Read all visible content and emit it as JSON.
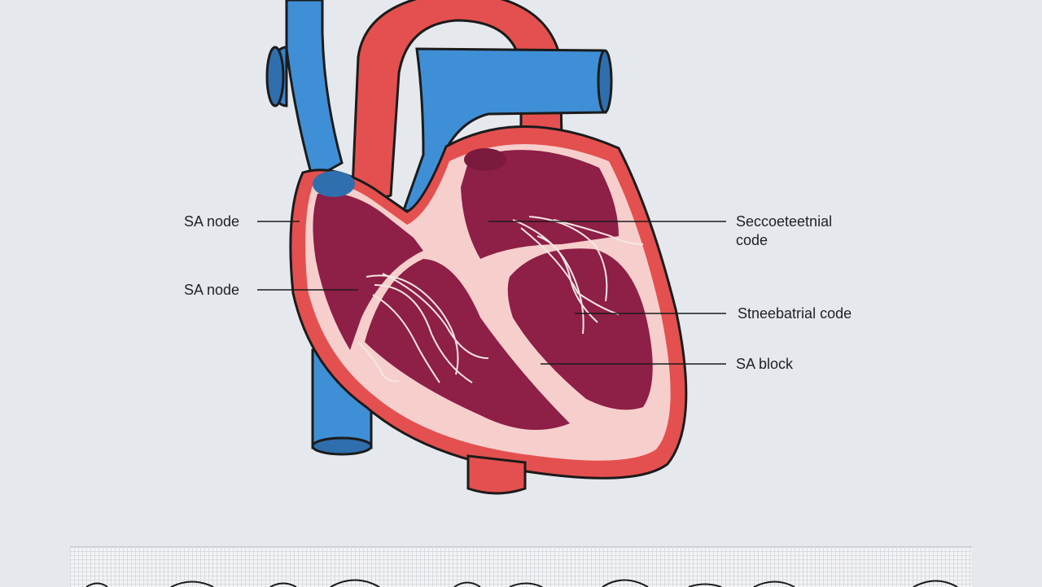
{
  "labels": {
    "left_upper": "SA node",
    "left_lower": "SA node",
    "right_upper_line1": "Seccoetеetnial",
    "right_upper_line2": "code",
    "right_middle": "Stneebatrial code",
    "right_lower": "SA block"
  },
  "colors": {
    "background": "#e5e9ee",
    "vein_blue": "#3f8fd6",
    "artery_red": "#e4504f",
    "myocardium": "#f6cfcd",
    "chamber": "#8e1f47",
    "outline": "#1b1b1b"
  }
}
